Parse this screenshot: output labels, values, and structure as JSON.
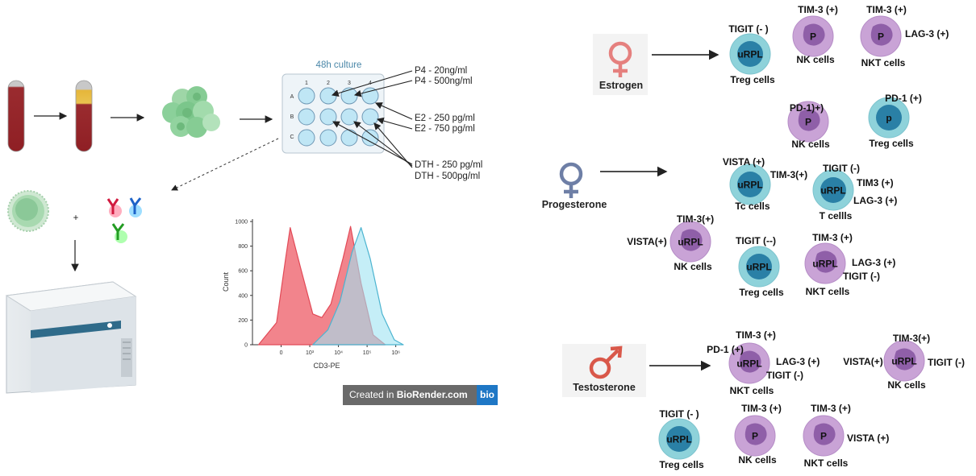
{
  "workflow": {
    "culture_title": "48h culture",
    "plate_cols": [
      "1",
      "2",
      "3",
      "4"
    ],
    "plate_rows": [
      "A",
      "B",
      "C"
    ],
    "conditions": [
      "P4 - 20ng/ml",
      "P4 - 500ng/ml",
      "E2 - 250 pg/ml",
      "E2 - 750 pg/ml",
      "DTH - 250 pg/ml",
      "DTH - 500pg/ml"
    ],
    "plus": "+"
  },
  "chart_data": {
    "type": "area",
    "xlabel": "CD3-PE",
    "ylabel": "Count",
    "ylim": [
      0,
      1000
    ],
    "yticks": [
      "0",
      "200",
      "400",
      "600",
      "800",
      "1000"
    ],
    "xticks": [
      "0",
      "10³",
      "10⁴",
      "10⁵",
      "10⁶"
    ],
    "series": [
      {
        "values": [
          [
            -0.8,
            0
          ],
          [
            -0.2,
            180
          ],
          [
            0.1,
            700
          ],
          [
            0.25,
            950
          ],
          [
            0.6,
            620
          ],
          [
            1.0,
            250
          ],
          [
            1.3,
            220
          ],
          [
            1.6,
            330
          ],
          [
            2.0,
            700
          ],
          [
            2.25,
            960
          ],
          [
            2.6,
            500
          ],
          [
            3.0,
            80
          ],
          [
            3.4,
            0
          ]
        ],
        "color": "#f06e78"
      },
      {
        "values": [
          [
            1.0,
            0
          ],
          [
            1.5,
            120
          ],
          [
            1.9,
            350
          ],
          [
            2.3,
            750
          ],
          [
            2.6,
            950
          ],
          [
            2.9,
            700
          ],
          [
            3.3,
            250
          ],
          [
            3.7,
            40
          ],
          [
            4.0,
            0
          ]
        ],
        "color": "#9fe3f2"
      }
    ]
  },
  "badge": {
    "text_prefix": "Created in ",
    "text_brand": "BioRender.com",
    "logo": "bio"
  },
  "colors": {
    "nk": "#c9a3d6",
    "nk_nucleus": "#8f5fa8",
    "treg": "#8ed2da",
    "treg_nucleus": "#2a80a6",
    "female": "#e5807e",
    "male": "#d9584a",
    "progesterone": "#6e7fa6"
  },
  "hormones": [
    {
      "name": "Estrogen",
      "symbol": "female"
    },
    {
      "name": "Progesterone",
      "symbol": "female"
    },
    {
      "name": "Testosterone",
      "symbol": "male"
    }
  ],
  "cells": [
    {
      "type": "treg",
      "inner": "uRPL",
      "name": "Treg cells",
      "markers": [
        "TIGIT (- )"
      ]
    },
    {
      "type": "nk",
      "inner": "P",
      "name": "NK cells",
      "markers": [
        "TIM-3 (+)"
      ]
    },
    {
      "type": "nk",
      "inner": "P",
      "name": "NKT cells",
      "markers": [
        "TIM-3 (+)",
        "LAG-3 (+)"
      ]
    },
    {
      "type": "nk",
      "inner": "P",
      "name": "NK cells",
      "markers": [
        "PD-1)+)"
      ]
    },
    {
      "type": "treg",
      "inner": "p",
      "name": "Treg cells",
      "markers": [
        "PD-1 (+)"
      ]
    },
    {
      "type": "treg",
      "inner": "uRPL",
      "name": "Tc cells",
      "markers": [
        "VISTA (+)",
        "TIM-3(+)"
      ]
    },
    {
      "type": "treg",
      "inner": "uRPL",
      "name": "T cellls",
      "markers": [
        "TIGIT (-)",
        "TIM3 (+)",
        "LAG-3 (+)"
      ]
    },
    {
      "type": "nk",
      "inner": "uRPL",
      "name": "NK cells",
      "markers": [
        "TIM-3(+)",
        "VISTA(+)"
      ]
    },
    {
      "type": "treg",
      "inner": "uRPL",
      "name": "Treg cells",
      "markers": [
        "TIGIT (--)"
      ]
    },
    {
      "type": "nk",
      "inner": "uRPL",
      "name": "NKT cells",
      "markers": [
        "TIM-3 (+)",
        "LAG-3 (+)",
        "TIGIT (-)"
      ]
    },
    {
      "type": "nk",
      "inner": "uRPL",
      "name": "NKT cells",
      "markers": [
        "TIM-3 (+)",
        "PD-1 (+)",
        "LAG-3 (+)",
        "TIGIT (-)"
      ]
    },
    {
      "type": "nk",
      "inner": "uRPL",
      "name": "NK cells",
      "markers": [
        "TIM-3(+)",
        "VISTA(+)",
        "TIGIT (-)"
      ]
    },
    {
      "type": "treg",
      "inner": "uRPL",
      "name": "Treg cells",
      "markers": [
        "TIGIT (- )"
      ]
    },
    {
      "type": "nk",
      "inner": "P",
      "name": "NK cells",
      "markers": [
        "TIM-3 (+)"
      ]
    },
    {
      "type": "nk",
      "inner": "P",
      "name": "NKT cells",
      "markers": [
        "TIM-3 (+)",
        "VISTA (+)"
      ]
    }
  ]
}
